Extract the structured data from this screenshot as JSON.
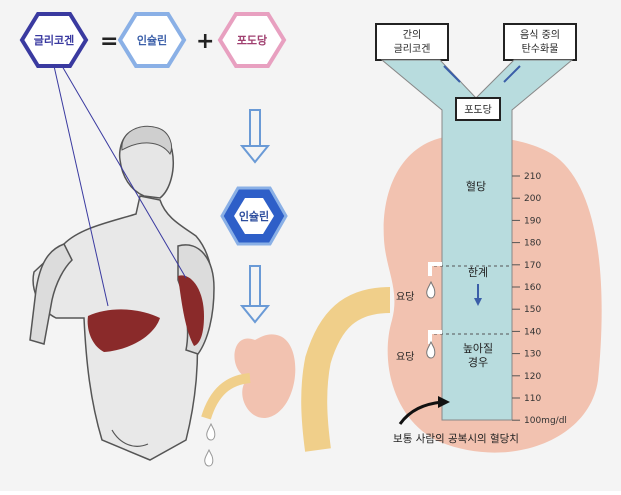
{
  "equation": {
    "glycogen": "글리코겐",
    "equals": "=",
    "insulin": "인슐린",
    "plus": "+",
    "glucose": "포도당"
  },
  "insulin_middle": "인슐린",
  "inputs": {
    "liver_glycogen": [
      "간의",
      "글리코겐"
    ],
    "food_carbs": [
      "음식 중의",
      "탄수화물"
    ]
  },
  "glucose_box": "포도당",
  "column": {
    "blood_sugar": "혈당",
    "limit": "한계",
    "high_case": [
      "높아질",
      "경우"
    ],
    "ticks": [
      "210",
      "200",
      "190",
      "180",
      "170",
      "160",
      "150",
      "140",
      "130",
      "120",
      "110",
      "100mg/dl"
    ]
  },
  "urine_sugar_labels": [
    "요당",
    "요당"
  ],
  "caption": "보통 사람의 공복시의 혈당치",
  "colors": {
    "glycogen_hex": "#3a3aa0",
    "insulin_hex": "#5a8ad8",
    "glucose_hex": "#e070a0",
    "column_fill": "#b8dcde",
    "kidney": "#f2c2b0",
    "arrow_blue": "#6a9ad6",
    "ureter": "#f0cf8a"
  }
}
